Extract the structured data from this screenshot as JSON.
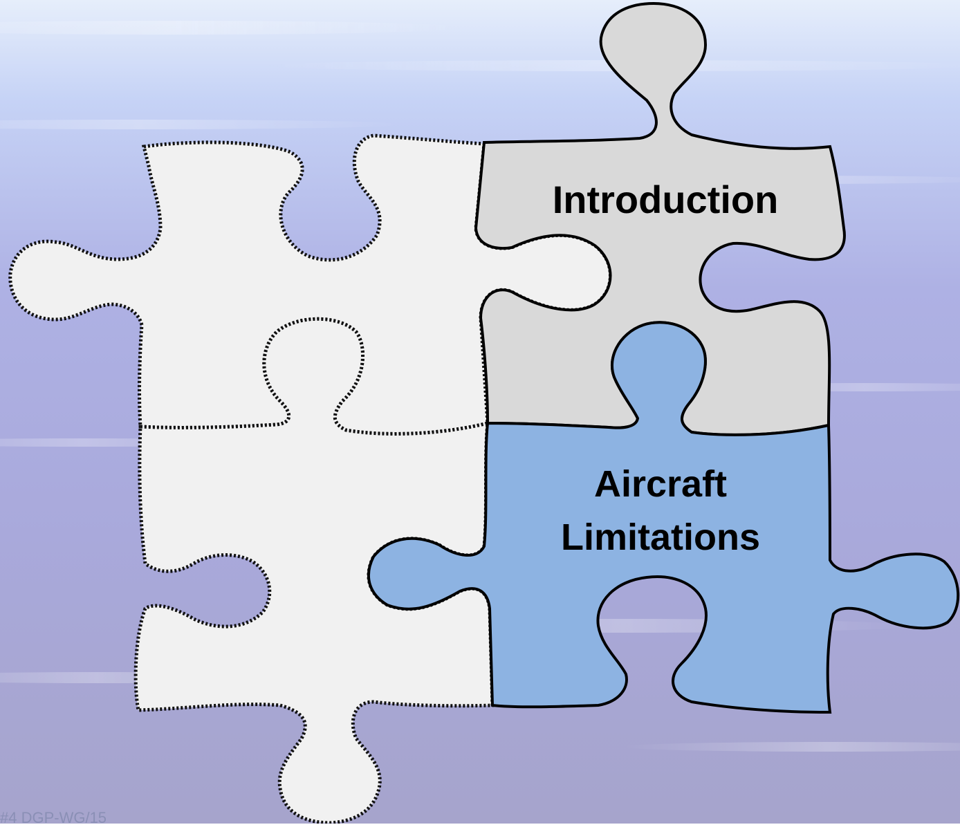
{
  "slide": {
    "colors": {
      "background_top": "#dfe8f8",
      "background_bottom": "#a8a2cf",
      "empty_piece": "#f1f1f1",
      "introduction_piece": "#d9d9d9",
      "limitations_piece": "#8db3e2"
    },
    "pieces": {
      "introduction": {
        "label": "Introduction"
      },
      "limitations": {
        "line1": "Aircraft",
        "line2": "Limitations"
      }
    },
    "footer": "#4 DGP-WG/15"
  }
}
